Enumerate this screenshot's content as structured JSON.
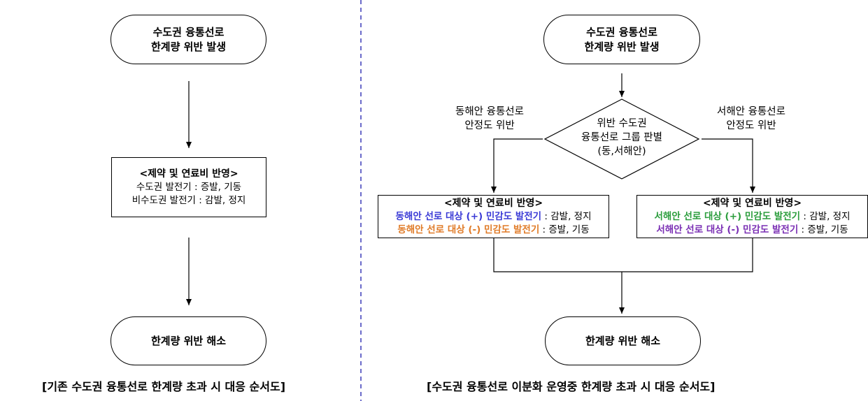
{
  "left": {
    "start": [
      "수도권 융통선로",
      "한계량 위반 발생"
    ],
    "process": {
      "title": "<제약 및 연료비 반영>",
      "lines": [
        "수도권 발전기 : 증발, 기동",
        "비수도권 발전기 : 감발, 정지"
      ]
    },
    "end": "한계량 위반 해소",
    "caption": "[기존 수도권 융통선로 한계량 초과 시 대응 순서도]"
  },
  "right": {
    "start": [
      "수도권 융통선로",
      "한계량 위반 발생"
    ],
    "decision": [
      "위반 수도권",
      "융통선로 그룹 판별",
      "(동,서해안)"
    ],
    "east_label": [
      "동해안 융통선로",
      "안정도 위반"
    ],
    "west_label": [
      "서해안 융통선로",
      "안정도 위반"
    ],
    "east_process": {
      "title": "<제약 및 연료비 반영>",
      "line1_colored": "동해안 선로 대상 (+) 민감도 발전기",
      "line1_rest": " : 감발, 정지",
      "line2_colored": "동해안 선로 대상 (-) 민감도 발전기",
      "line2_rest": " : 증발, 기동"
    },
    "west_process": {
      "title": "<제약 및 연료비 반영>",
      "line1_colored": "서해안 선로 대상 (+) 민감도 발전기",
      "line1_rest": " : 감발, 정지",
      "line2_colored": "서해안 선로 대상 (-) 민감도 발전기",
      "line2_rest": " : 증발, 기동"
    },
    "end": "한계량 위반 해소",
    "caption": "[수도권 융통선로 이분화 운영중 한계량 초과 시 대응 순서도]"
  },
  "colors": {
    "divider": "#3a3ab8",
    "east_plus": "#3b3bd6",
    "east_minus": "#e07b28",
    "west_plus": "#2b9d3c",
    "west_minus": "#7a2fb4"
  }
}
